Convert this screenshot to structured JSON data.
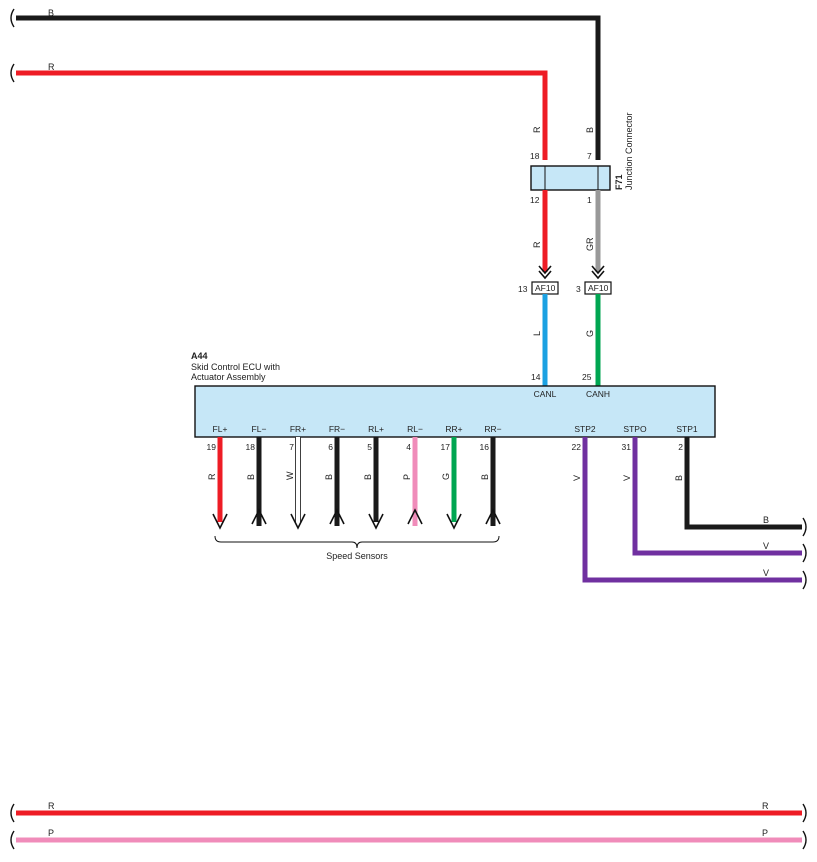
{
  "colors": {
    "B": "#1a1a1a",
    "R": "#ee1c25",
    "GR": "#999999",
    "L": "#1ba1e2",
    "G": "#00a651",
    "W": "#ffffff",
    "P": "#f08cba",
    "V": "#7030a0",
    "ecu_fill": "#c6e7f7"
  },
  "top_wires": [
    {
      "code": "B"
    },
    {
      "code": "R"
    }
  ],
  "junction": {
    "id": "F71",
    "name": "Junction Connector",
    "left_in_pin": "18",
    "left_in_color": "R",
    "right_in_pin": "7",
    "right_in_color": "B",
    "left_out_pin": "12",
    "left_out_color": "R",
    "right_out_pin": "1",
    "right_out_color": "GR"
  },
  "af10_connectors": [
    {
      "pin": "13",
      "label": "AF10",
      "out_color": "L",
      "ecu_pin": "14",
      "ecu_terminal": "CANL"
    },
    {
      "pin": "3",
      "label": "AF10",
      "out_color": "G",
      "ecu_pin": "25",
      "ecu_terminal": "CANH"
    }
  ],
  "ecu": {
    "id": "A44",
    "name_line1": "Skid Control ECU with",
    "name_line2": "Actuator Assembly"
  },
  "speed_sensor_pins": [
    {
      "terminal": "FL+",
      "pin": "19",
      "color": "R",
      "dir": "out"
    },
    {
      "terminal": "FL−",
      "pin": "18",
      "color": "B",
      "dir": "in"
    },
    {
      "terminal": "FR+",
      "pin": "7",
      "color": "W",
      "dir": "out"
    },
    {
      "terminal": "FR−",
      "pin": "6",
      "color": "B",
      "dir": "in"
    },
    {
      "terminal": "RL+",
      "pin": "5",
      "color": "B",
      "dir": "out"
    },
    {
      "terminal": "RL−",
      "pin": "4",
      "color": "P",
      "dir": "in"
    },
    {
      "terminal": "RR+",
      "pin": "17",
      "color": "G",
      "dir": "out"
    },
    {
      "terminal": "RR−",
      "pin": "16",
      "color": "B",
      "dir": "in"
    }
  ],
  "speed_sensors_label": "Speed Sensors",
  "stop_pins": [
    {
      "terminal": "STP2",
      "pin": "22",
      "color": "V",
      "out_label": "V"
    },
    {
      "terminal": "STPO",
      "pin": "31",
      "color": "V",
      "out_label": "V"
    },
    {
      "terminal": "STP1",
      "pin": "2",
      "color": "B",
      "out_label": "B"
    }
  ],
  "bottom_wires": [
    {
      "code": "R",
      "left": "R",
      "right": "R"
    },
    {
      "code": "P",
      "left": "P",
      "right": "P"
    }
  ]
}
